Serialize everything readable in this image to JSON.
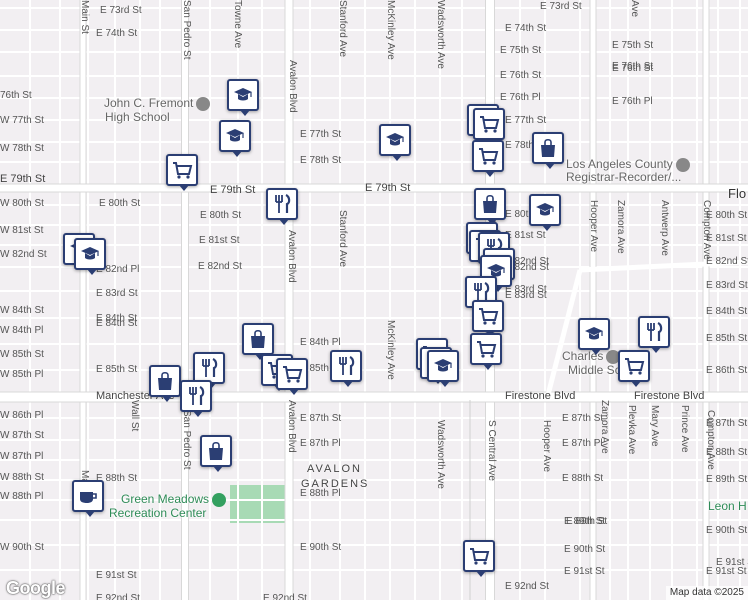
{
  "map": {
    "attribution": "Map data ©2025",
    "logo": "Google"
  },
  "areas": [
    {
      "id": "avalon-gardens-1",
      "text": "AVALON"
    },
    {
      "id": "avalon-gardens-2",
      "text": "GARDENS"
    }
  ],
  "pois": {
    "fremont1": "John C. Fremont",
    "fremont2": "High School",
    "registrar1": "Los Angeles County",
    "registrar2": "Registrar-Recorder/...",
    "charles1": "Charles",
    "charles2": "Middle School",
    "greenmeadows1": "Green Meadows",
    "greenmeadows2": "Recreation Center",
    "leon": "Leon H",
    "flo": "Flo"
  },
  "street_labels": [
    "E 73rd St",
    "E 74th St",
    "E 75th St",
    "E 76th St",
    "76th St",
    "E 76th Pl",
    "W 77th St",
    "E 77th St",
    "W 78th St",
    "E 78th St",
    "E 79th St",
    "E 79th St",
    "E 79th St",
    "W 80th St",
    "E 80th St",
    "E 80th St",
    "W 81st St",
    "E 81st St",
    "W 82nd St",
    "E 82nd St",
    "E 82nd Pl",
    "E 83rd St",
    "W 84th St",
    "E 84th St",
    "W 84th Pl",
    "E 84th Pl",
    "W 85th St",
    "E 85th St",
    "W 85th Pl",
    "Manchester Ave",
    "Firestone Blvd",
    "Firestone Blvd",
    "W 86th Pl",
    "E 87th St",
    "W 87th St",
    "E 87th Pl",
    "W 87th Pl",
    "E 88th St",
    "W 88th St",
    "E 88th Pl",
    "W 88th Pl",
    "E 89th St",
    "E 90th St",
    "W 90th St",
    "E 91st St",
    "E 92nd St",
    "E 92nd St",
    "E 92nd St",
    "E 75th St",
    "E 76th St",
    "E 77th St",
    "E 78th St",
    "E 80th St",
    "E 81st St",
    "E 82nd St",
    "E 83rd St",
    "E 84th St",
    "E 85th St",
    "E 87th St",
    "E 87th Pl",
    "E 88th St",
    "E 89th St",
    "E 90th St",
    "E 91st St",
    "E 84th St",
    "E 85th St",
    "E 86th St",
    "E 87th St",
    "E 88th St",
    "E 89th St",
    "E 90th St",
    "E 91st St",
    "E 80th St",
    "E 81st St",
    "E 82nd St",
    "E 83rd St",
    "E 73rd St",
    "E 74th St",
    "E 76th St",
    "E 76th Pl",
    "E 82nd St",
    "E 83rd St",
    "E 91st St"
  ],
  "avenue_labels": [
    "Main St",
    "San Pedro St",
    "Towne Ave",
    "Avalon Blvd",
    "Stanford Ave",
    "McKinley Ave",
    "Wadsworth Ave",
    "S Central Ave",
    "Main St",
    "Wall St",
    "San Pedro St",
    "Avalon Blvd",
    "McKinley Ave",
    "Wadsworth Ave",
    "S Central Ave",
    "Hooper Ave",
    "Hooper Ave",
    "Zamora Ave",
    "Antwerp Ave",
    "Compton Ave",
    "Zamora Ave",
    "Plevka Ave",
    "Mary Ave",
    "Prince Ave",
    "Compton Ave",
    "Avalon Blvd",
    "Stanford Ave",
    "Ave"
  ],
  "markers": [
    {
      "id": "m1",
      "icon": "school-icon"
    },
    {
      "id": "m2",
      "icon": "school-icon"
    },
    {
      "id": "m3",
      "icon": "school-icon"
    },
    {
      "id": "m4",
      "icon": "grocery-cart-icon"
    },
    {
      "id": "m5",
      "icon": "grocery-cart-icon"
    },
    {
      "id": "m6",
      "icon": "grocery-cart-icon"
    },
    {
      "id": "m7",
      "icon": "grocery-cart-icon"
    },
    {
      "id": "m8",
      "icon": "shopping-bag-icon"
    },
    {
      "id": "m9",
      "icon": "shopping-bag-icon"
    },
    {
      "id": "m10",
      "icon": "school-icon"
    },
    {
      "id": "m11",
      "icon": "restaurant-icon"
    },
    {
      "id": "m12",
      "icon": "grocery-cart-icon"
    },
    {
      "id": "m13",
      "icon": "grocery-cart-icon"
    },
    {
      "id": "m14",
      "icon": "school-icon"
    },
    {
      "id": "m15",
      "icon": "school-icon"
    },
    {
      "id": "m16",
      "icon": "restaurant-icon"
    },
    {
      "id": "m17",
      "icon": "school-icon"
    },
    {
      "id": "m18",
      "icon": "school-icon"
    },
    {
      "id": "m19",
      "icon": "restaurant-icon"
    },
    {
      "id": "m20",
      "icon": "grocery-cart-icon"
    },
    {
      "id": "m21",
      "icon": "shopping-bag-icon"
    },
    {
      "id": "m22",
      "icon": "shopping-bag-icon"
    },
    {
      "id": "m23",
      "icon": "restaurant-icon"
    },
    {
      "id": "m24",
      "icon": "school-icon"
    },
    {
      "id": "m25",
      "icon": "restaurant-icon"
    },
    {
      "id": "m26",
      "icon": "restaurant-icon"
    },
    {
      "id": "m27",
      "icon": "restaurant-icon"
    },
    {
      "id": "m28",
      "icon": "grocery-cart-icon"
    },
    {
      "id": "m29",
      "icon": "grocery-cart-icon"
    },
    {
      "id": "m30",
      "icon": "grocery-cart-icon"
    },
    {
      "id": "m31",
      "icon": "school-icon"
    },
    {
      "id": "m32",
      "icon": "school-icon"
    },
    {
      "id": "m33",
      "icon": "grocery-cart-icon"
    },
    {
      "id": "m34",
      "icon": "coffee-icon"
    },
    {
      "id": "m35",
      "icon": "grocery-cart-icon"
    },
    {
      "id": "m36",
      "icon": "shopping-bag-icon"
    },
    {
      "id": "m37",
      "icon": "grocery-cart-icon"
    }
  ]
}
